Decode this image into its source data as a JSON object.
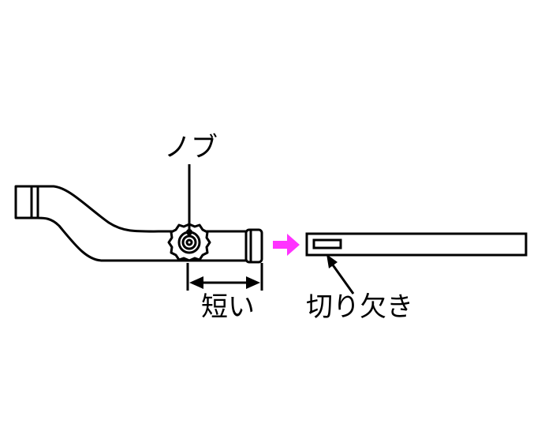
{
  "labels": {
    "knob": "ノブ",
    "short": "短い",
    "notch": "切り欠き"
  },
  "icons": {
    "transform_arrow": "arrow-right-icon"
  },
  "colors": {
    "line": "#000000",
    "fill": "#ffffff",
    "arrow_accent": "#ff33ff"
  }
}
